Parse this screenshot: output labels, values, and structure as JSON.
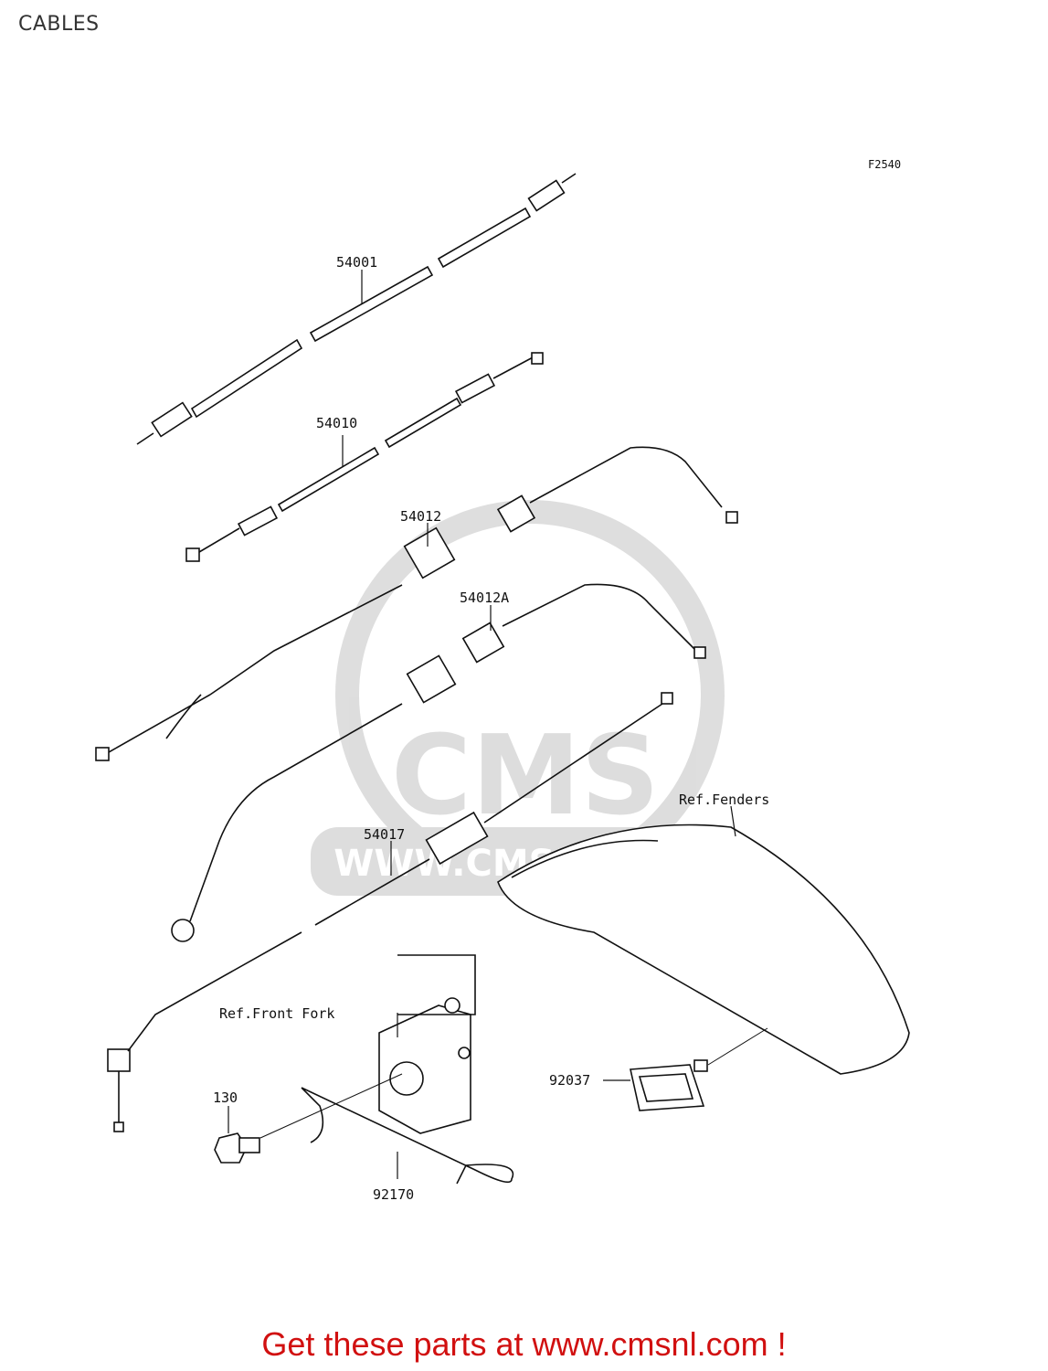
{
  "page_title": "CABLES",
  "figure_code": "F2540",
  "parts": [
    {
      "ref": "54001"
    },
    {
      "ref": "54010"
    },
    {
      "ref": "54012"
    },
    {
      "ref": "54012A"
    },
    {
      "ref": "54017"
    },
    {
      "ref": "130"
    },
    {
      "ref": "92170"
    },
    {
      "ref": "92037"
    }
  ],
  "references": {
    "fenders": "Ref.Fenders",
    "front_fork": "Ref.Front Fork"
  },
  "watermark": {
    "logo_text": "CMS",
    "url_text": "WWW.CMSNL.COM"
  },
  "footer": {
    "text": "Get these parts at www.cmsnl.com !",
    "color": "#d11010"
  }
}
